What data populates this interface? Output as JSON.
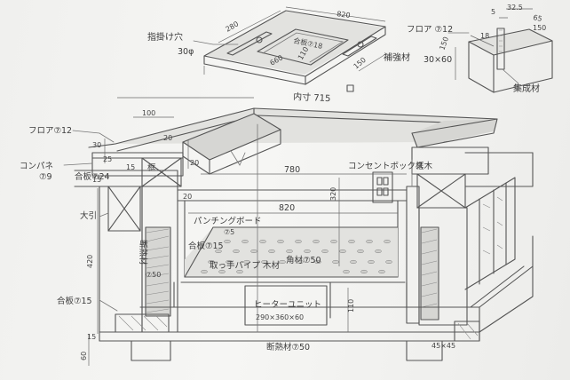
{
  "lid": {
    "width": "820",
    "depth": "280",
    "inner_width": "660",
    "hole_label": "合板⑦18",
    "hole_depth": "110",
    "finger_hole_label": "指掛け穴",
    "finger_hole_size": "30φ",
    "side_dim": "150"
  },
  "corner_detail": {
    "size_top": "32.5",
    "size_small": "5",
    "size_right": "65",
    "size_150": "150",
    "size_mid": "18",
    "size_left": "150",
    "floor_label": "フロア ⑦12",
    "reinforce_label": "補強材",
    "reinforce_size": "30×60",
    "pipe_label": "集成材"
  },
  "section": {
    "inner_dim": "内寸 715",
    "dim_100": "100",
    "dim_20_a": "20",
    "dim_20_b": "20",
    "dim_20_c": "20",
    "dim_30": "30",
    "dim_25": "25",
    "dim_15_a": "15",
    "dim_15_b": "15",
    "dim_780": "780",
    "dim_820": "820",
    "dim_420": "420",
    "dim_320": "320",
    "dim_110": "110",
    "dim_15_bottom": "15",
    "dim_60": "60",
    "floor_label": "フロア⑦12",
    "conpane_label": "コンパネ",
    "conpane_thk": "⑦9",
    "plywood_24": "合板⑦24",
    "frame_label": "框",
    "frame_label_right": "框木",
    "big_beam": "大引",
    "insul_label": "断熱材",
    "insul_thk": "⑦50",
    "punch_board": "パンチングボード",
    "punch_thk": "⑦5",
    "ply_15": "合板⑦15",
    "ply_15_b": "合板⑦15",
    "pipe_label": "取っ手パイプ 木材",
    "slat_label": "角材⑦50",
    "outlet_label": "コンセントボックス",
    "heater_label": "ヒーターユニット",
    "heater_size": "290×360×60",
    "insul_bottom": "断熱材⑦50",
    "bottom_size": "45×45"
  }
}
